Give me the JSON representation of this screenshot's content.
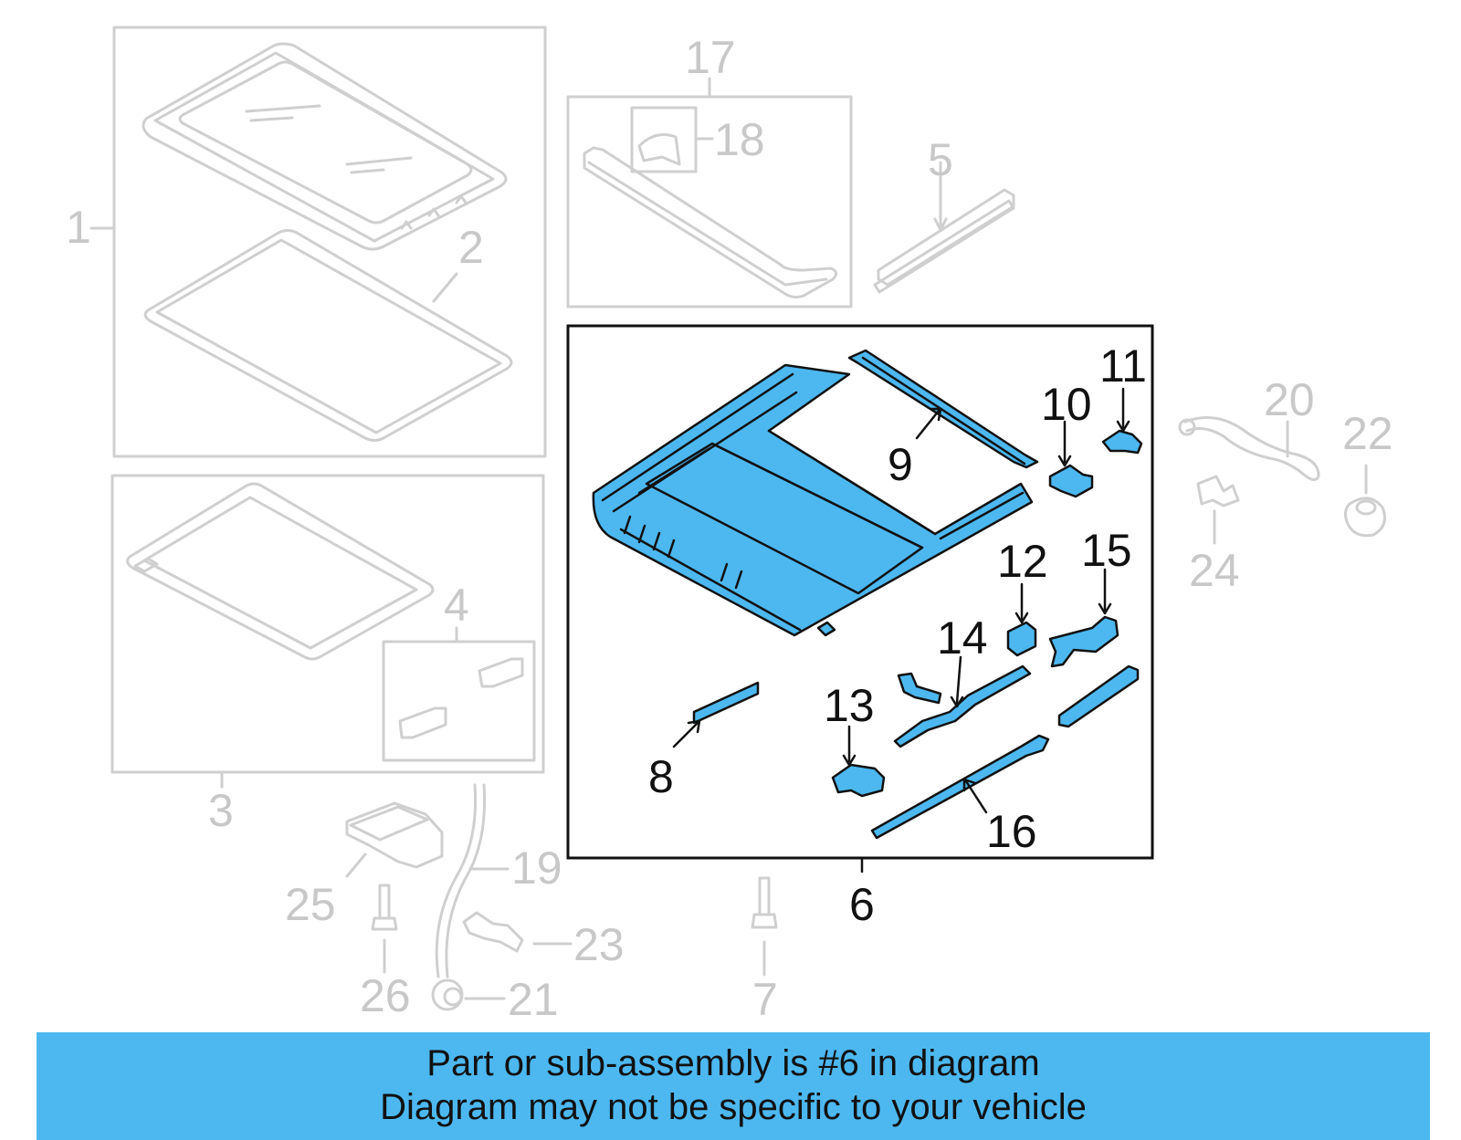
{
  "callouts": {
    "c1": "1",
    "c2": "2",
    "c3": "3",
    "c4": "4",
    "c5": "5",
    "c6": "6",
    "c7": "7",
    "c8": "8",
    "c9": "9",
    "c10": "10",
    "c11": "11",
    "c12": "12",
    "c13": "13",
    "c14": "14",
    "c15": "15",
    "c16": "16",
    "c17": "17",
    "c18": "18",
    "c19": "19",
    "c20": "20",
    "c21": "21",
    "c22": "22",
    "c23": "23",
    "c24": "24",
    "c25": "25",
    "c26": "26"
  },
  "banner": {
    "line1": "Part or sub-assembly is #6 in diagram",
    "line2": "Diagram may not be specific to your vehicle"
  },
  "colors": {
    "highlight": "#4db8f0",
    "inactive": "#cfcfcf",
    "outline": "#111111"
  }
}
